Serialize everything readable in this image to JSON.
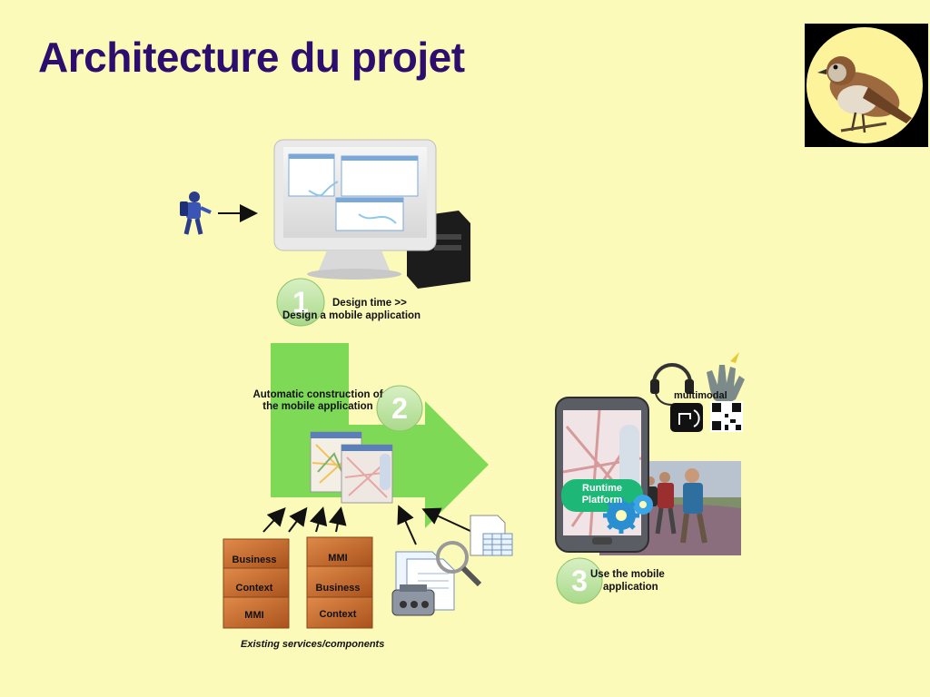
{
  "slide": {
    "title": "Architecture du projet"
  },
  "logo": {
    "icon": "sparrow-logo"
  },
  "steps": [
    {
      "number": "1",
      "line1": "Design time >>",
      "line2": "Design a mobile application"
    },
    {
      "number": "2",
      "line1": "Automatic construction of",
      "line2": "the mobile application"
    },
    {
      "number": "3",
      "line1": "Use the mobile",
      "line2": "application"
    }
  ],
  "runtime": {
    "line1": "Runtime",
    "line2": "Platform"
  },
  "multimodal": "multimodal",
  "bricks": {
    "left": [
      "Business",
      "Context",
      "MMI"
    ],
    "right": [
      "MMI",
      "Business",
      "Context"
    ]
  },
  "caption": "Existing services/components",
  "colors": {
    "title": "#2d0e6e",
    "background": "#fcfab8",
    "arrow_green": "#7ed957",
    "brick": "#c96a2a",
    "runtime_badge": "#1db877"
  }
}
